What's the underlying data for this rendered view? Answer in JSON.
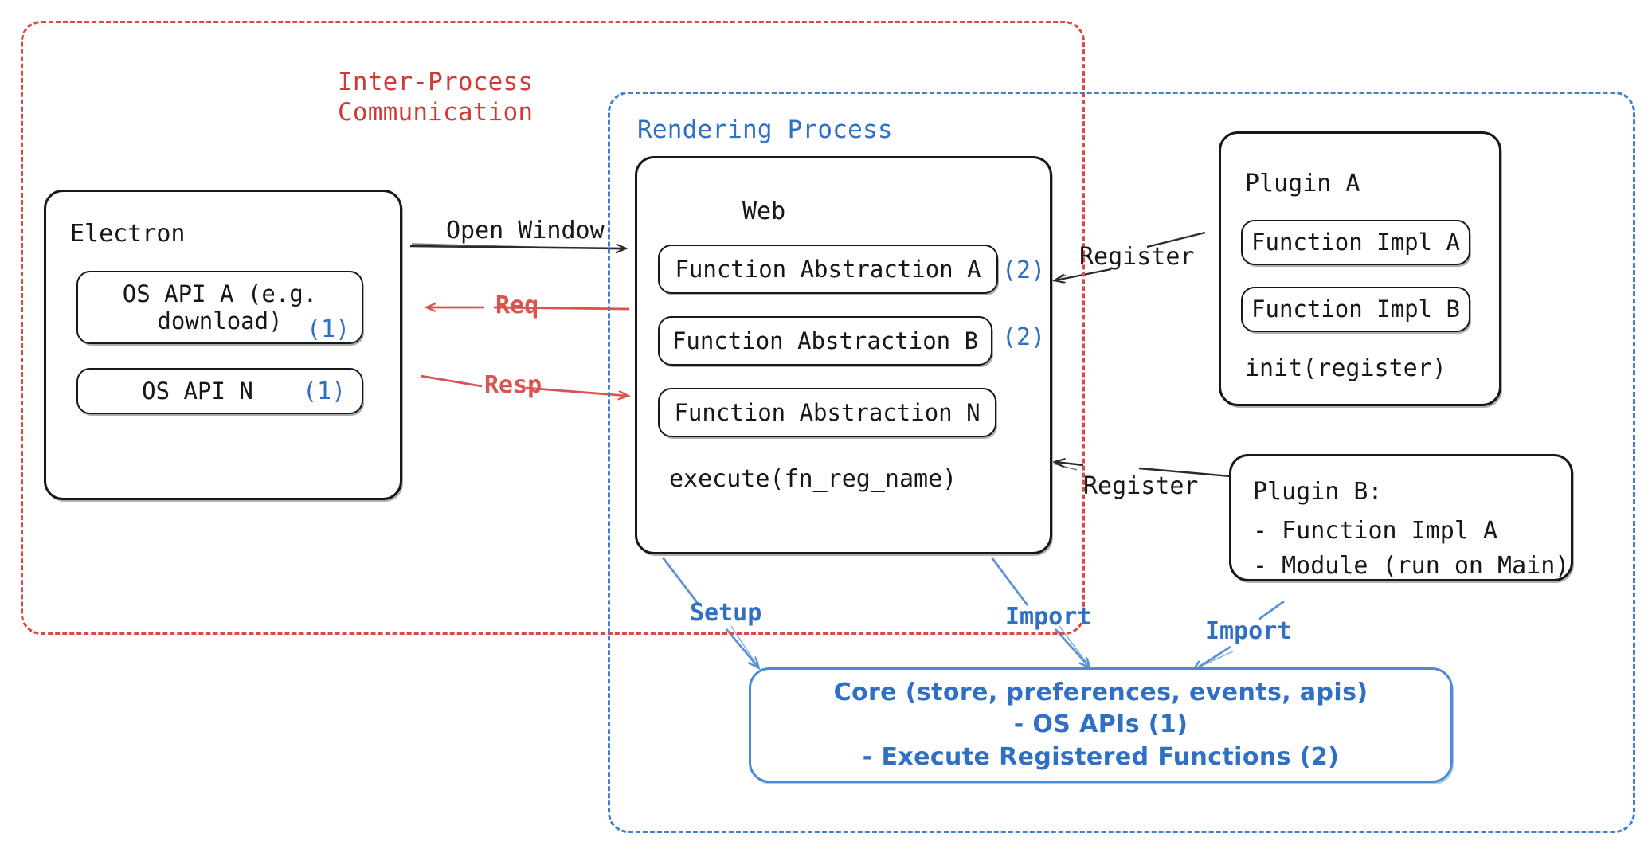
{
  "diagram": {
    "title": "Electron plugin architecture",
    "colors": {
      "ipc_red": "#cf3a36",
      "render_blue": "#2f6fc4",
      "node_black": "#17171a",
      "arrow_red": "#d9534f",
      "arrow_blue": "#5b93d4",
      "core_blue": "#2f6fc4"
    }
  },
  "containers": {
    "ipc": {
      "label": "Inter-Process\nCommunication"
    },
    "rendering": {
      "label": "Rendering Process"
    }
  },
  "electron": {
    "title": "Electron",
    "apis": [
      {
        "label": "OS API A (e.g.\ndownload)",
        "marker": "(1)"
      },
      {
        "label": "OS API N",
        "marker": "(1)"
      }
    ]
  },
  "web": {
    "title": "Web",
    "abstractions": [
      {
        "label": "Function Abstraction A",
        "marker": "(2)"
      },
      {
        "label": "Function Abstraction B",
        "marker": "(2)"
      },
      {
        "label": "Function Abstraction N",
        "marker": ""
      }
    ],
    "footer": "execute(fn_reg_name)"
  },
  "plugin_a": {
    "title": "Plugin A",
    "items": [
      "Function Impl A",
      "Function Impl B"
    ],
    "footer": "init(register)"
  },
  "plugin_b": {
    "title": "Plugin B:",
    "lines": [
      "- Function Impl A",
      "- Module (run on Main)"
    ]
  },
  "core": {
    "lines": [
      "Core (store, preferences, events, apis)",
      "- OS APIs (1)",
      "- Execute Registered Functions (2)"
    ]
  },
  "edges": {
    "open_window": "Open Window",
    "req": "Req",
    "resp": "Resp",
    "register_a": "Register",
    "register_b": "Register",
    "setup": "Setup",
    "import_web": "Import",
    "import_plugin": "Import"
  }
}
